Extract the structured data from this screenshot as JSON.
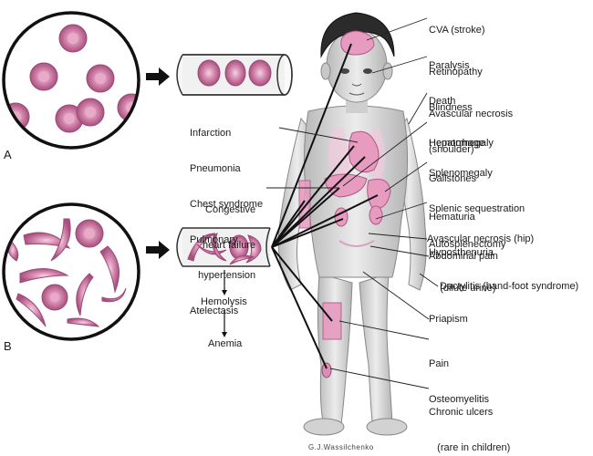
{
  "panel_a": "A",
  "panel_b": "B",
  "top_group": [
    "Infarction",
    "Pneumonia",
    "Chest syndrome",
    "Pulmonary",
    "   hypertension",
    "Atelectasis"
  ],
  "chf": [
    "Congestive",
    "heart failure"
  ],
  "hemolysis": "Hemolysis",
  "anemia": "Anemia",
  "right_labels": {
    "stroke": [
      "CVA (stroke)",
      "Paralysis",
      "Death"
    ],
    "eye": [
      "Retinopathy",
      "Blindness",
      "Hemorrhage"
    ],
    "shoulder": [
      "Avascular necrosis",
      "(shoulder)"
    ],
    "liver": [
      "Hepatomegaly",
      "Gallstones"
    ],
    "spleen": [
      "Splenomegaly",
      "Splenic sequestration",
      "Autosplenectomy"
    ],
    "kidney": [
      "Hematuria",
      "Hyposthenuria",
      "    (dilute urine)"
    ],
    "hip": "Avascular necrosis (hip)",
    "abdominal": "Abdominal pain",
    "dactylitis": "Dactylitis (hand-foot syndrome)",
    "priapism": "Priapism",
    "pain": [
      "Pain",
      "Osteomyelitis"
    ],
    "ulcers": [
      "Chronic ulcers",
      "   (rare in children)"
    ]
  },
  "signature": "G.J.Wassilchenko",
  "colors": {
    "cell_fill": "#d98fb4",
    "cell_edge": "#9c4a78",
    "organ": "#e79bbf",
    "skin": "#d9d9d9",
    "line": "#111111"
  }
}
